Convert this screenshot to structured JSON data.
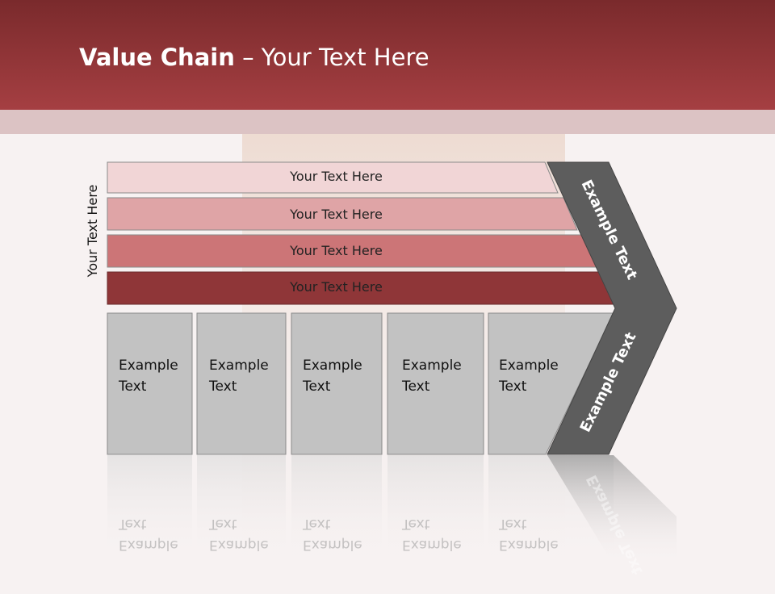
{
  "title": {
    "bold": "Value Chain",
    "rest": " – Your Text Here"
  },
  "side_label": "Your Text Here",
  "rows": [
    {
      "label": "Your Text Here",
      "color": "#f1d5d6"
    },
    {
      "label": "Your Text Here",
      "color": "#dfa4a6"
    },
    {
      "label": "Your Text Here",
      "color": "#cc7577"
    },
    {
      "label": "Your Text Here",
      "color": "#8f3638"
    }
  ],
  "boxes": [
    {
      "line1": "Example",
      "line2": "Text"
    },
    {
      "line1": "Example",
      "line2": "Text"
    },
    {
      "line1": "Example",
      "line2": "Text"
    },
    {
      "line1": "Example",
      "line2": "Text"
    },
    {
      "line1": "Example",
      "line2": "Text"
    }
  ],
  "chevron_upper": "Example Text",
  "chevron_lower": "Example Text",
  "colors": {
    "header": "#a53f42",
    "box_fill": "#c2c2c2",
    "chevron": "#5d5d5d"
  }
}
